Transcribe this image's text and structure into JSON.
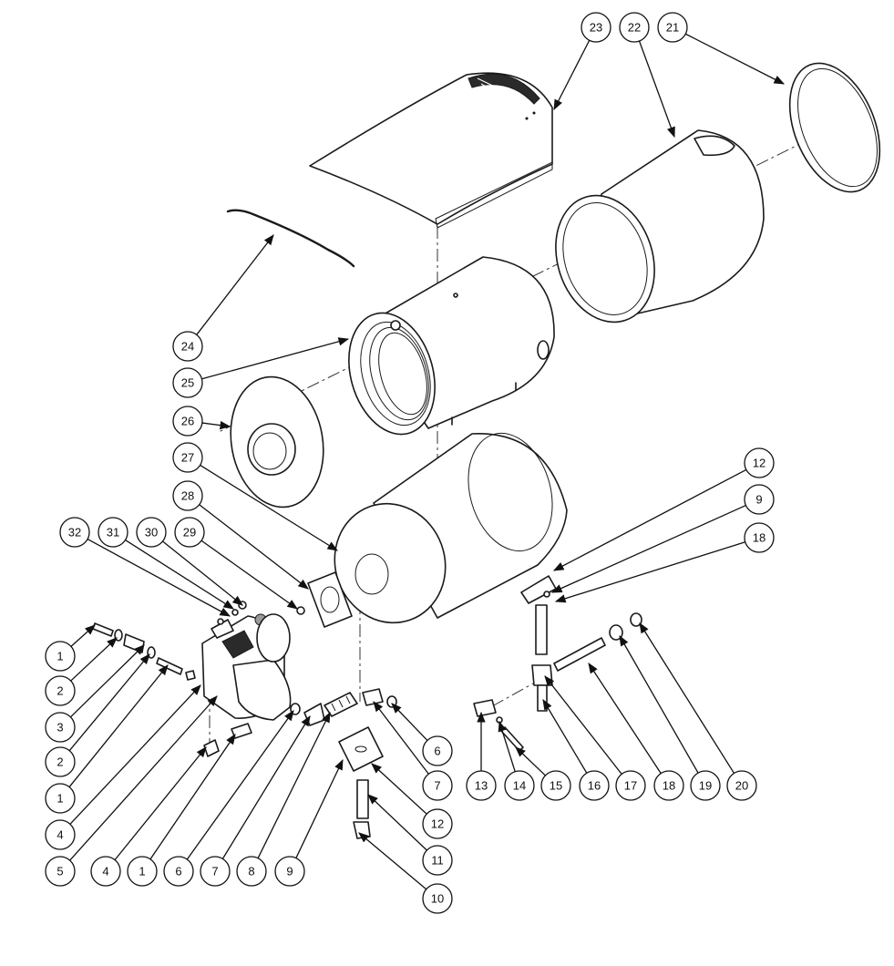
{
  "callouts": [
    "23",
    "22",
    "21",
    "24",
    "25",
    "26",
    "27",
    "28",
    "32",
    "31",
    "30",
    "29",
    "12",
    "9",
    "18",
    "1",
    "2",
    "3",
    "2",
    "1",
    "4",
    "5",
    "4",
    "1",
    "6",
    "7",
    "8",
    "9",
    "6",
    "7",
    "12",
    "11",
    "10",
    "13",
    "14",
    "15",
    "16",
    "17",
    "18",
    "19",
    "20"
  ],
  "colors": {
    "line": "#1a1a1a",
    "background": "#ffffff"
  }
}
